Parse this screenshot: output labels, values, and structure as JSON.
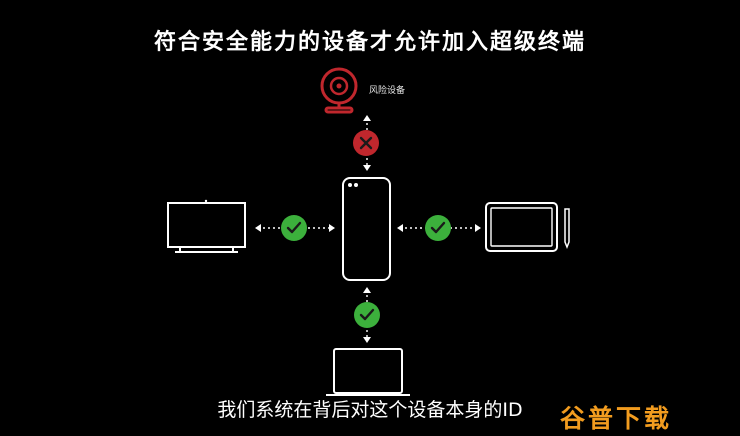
{
  "title": "符合安全能力的设备才允许加入超级终端",
  "risk_device_label": "风险设备",
  "caption": "我们系统在背后对这个设备本身的ID",
  "watermark": "谷普下载",
  "colors": {
    "background": "#000000",
    "ok": "#3cb03c",
    "deny": "#c0272d",
    "line": "#ffffff",
    "watermark": "#f29c1f"
  },
  "nodes": [
    {
      "id": "phone",
      "icon": "phone-icon"
    },
    {
      "id": "risk-device",
      "icon": "webcam-icon",
      "status": "deny"
    },
    {
      "id": "tv",
      "icon": "monitor-icon",
      "status": "ok"
    },
    {
      "id": "tablet",
      "icon": "tablet-icon",
      "status": "ok"
    },
    {
      "id": "laptop",
      "icon": "laptop-icon",
      "status": "ok"
    }
  ]
}
